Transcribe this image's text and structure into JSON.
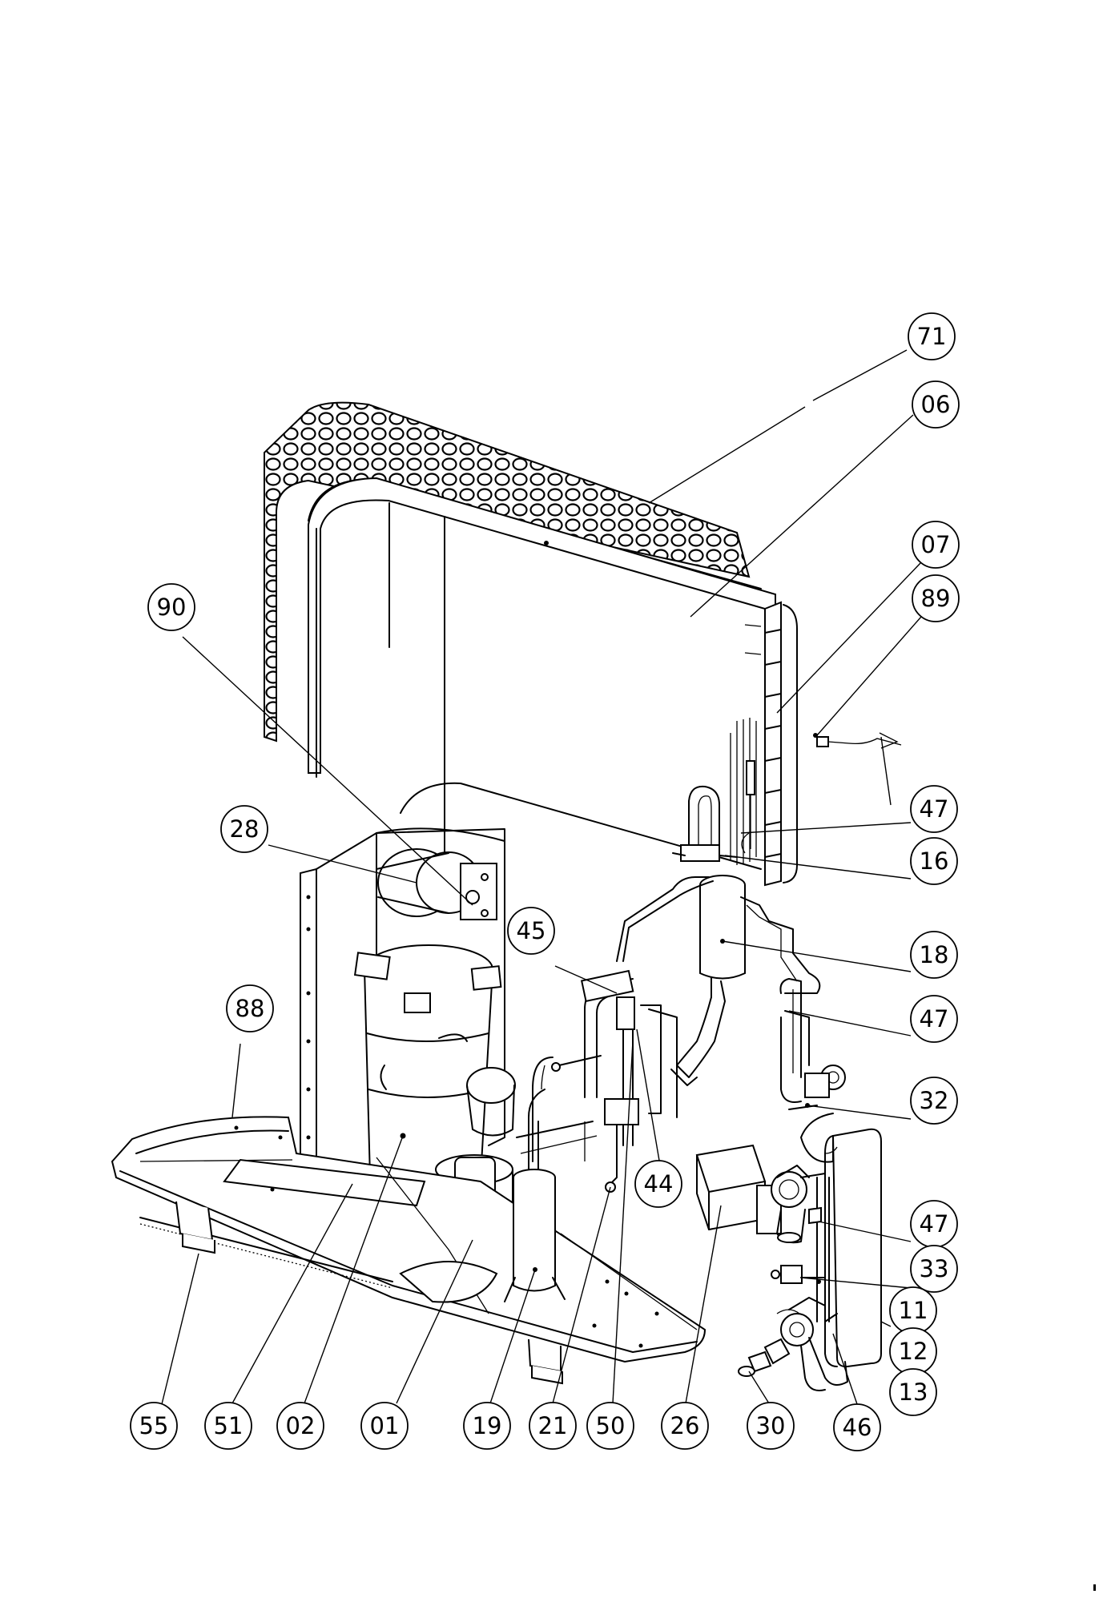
{
  "callouts": [
    {
      "id": "c71",
      "label": "71"
    },
    {
      "id": "c06",
      "label": "06"
    },
    {
      "id": "c07",
      "label": "07"
    },
    {
      "id": "c89",
      "label": "89"
    },
    {
      "id": "c90",
      "label": "90"
    },
    {
      "id": "c47a",
      "label": "47"
    },
    {
      "id": "c28",
      "label": "28"
    },
    {
      "id": "c16",
      "label": "16"
    },
    {
      "id": "c45",
      "label": "45"
    },
    {
      "id": "c18",
      "label": "18"
    },
    {
      "id": "c88",
      "label": "88"
    },
    {
      "id": "c47b",
      "label": "47"
    },
    {
      "id": "c32",
      "label": "32"
    },
    {
      "id": "c44",
      "label": "44"
    },
    {
      "id": "c47c",
      "label": "47"
    },
    {
      "id": "c33",
      "label": "33"
    },
    {
      "id": "c11",
      "label": "11"
    },
    {
      "id": "c12",
      "label": "12"
    },
    {
      "id": "c13",
      "label": "13"
    },
    {
      "id": "c55",
      "label": "55"
    },
    {
      "id": "c51",
      "label": "51"
    },
    {
      "id": "c02",
      "label": "02"
    },
    {
      "id": "c01",
      "label": "01"
    },
    {
      "id": "c19",
      "label": "19"
    },
    {
      "id": "c21",
      "label": "21"
    },
    {
      "id": "c50",
      "label": "50"
    },
    {
      "id": "c26",
      "label": "26"
    },
    {
      "id": "c30",
      "label": "30"
    },
    {
      "id": "c46",
      "label": "46"
    }
  ]
}
